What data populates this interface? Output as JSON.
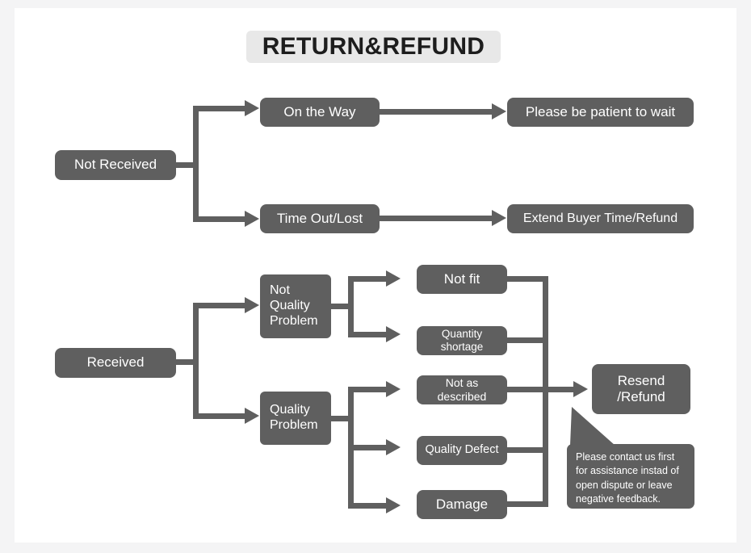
{
  "title": {
    "text": "RETURN&REFUND"
  },
  "colors": {
    "node_fill": "#5f5f5f",
    "node_text": "#ffffff",
    "connector": "#5f5f5f",
    "title_pill": "#e8e8e8",
    "title_text": "#1d1d1d",
    "canvas": "#ffffff",
    "page_background": "#f4f4f5"
  },
  "nodes": {
    "not_received": {
      "label": "Not Received"
    },
    "on_the_way": {
      "label": "On the Way"
    },
    "please_wait": {
      "label": "Please be patient to wait"
    },
    "time_out_lost": {
      "label": "Time Out/Lost"
    },
    "extend_buyer": {
      "label": "Extend Buyer Time/Refund"
    },
    "received": {
      "label": "Received"
    },
    "not_quality_problem": {
      "label": "Not\nQuality\nProblem"
    },
    "quality_problem": {
      "label": "Quality\nProblem"
    },
    "not_fit": {
      "label": "Not fit"
    },
    "quantity_shortage": {
      "label": "Quantity shortage"
    },
    "not_as_described": {
      "label": "Not as described"
    },
    "quality_defect": {
      "label": "Quality Defect"
    },
    "damage": {
      "label": "Damage"
    },
    "resend_refund": {
      "label": "Resend\n/Refund"
    }
  },
  "callout": {
    "text": "Please contact us first for assistance instad of open dispute or leave negative feedback."
  }
}
